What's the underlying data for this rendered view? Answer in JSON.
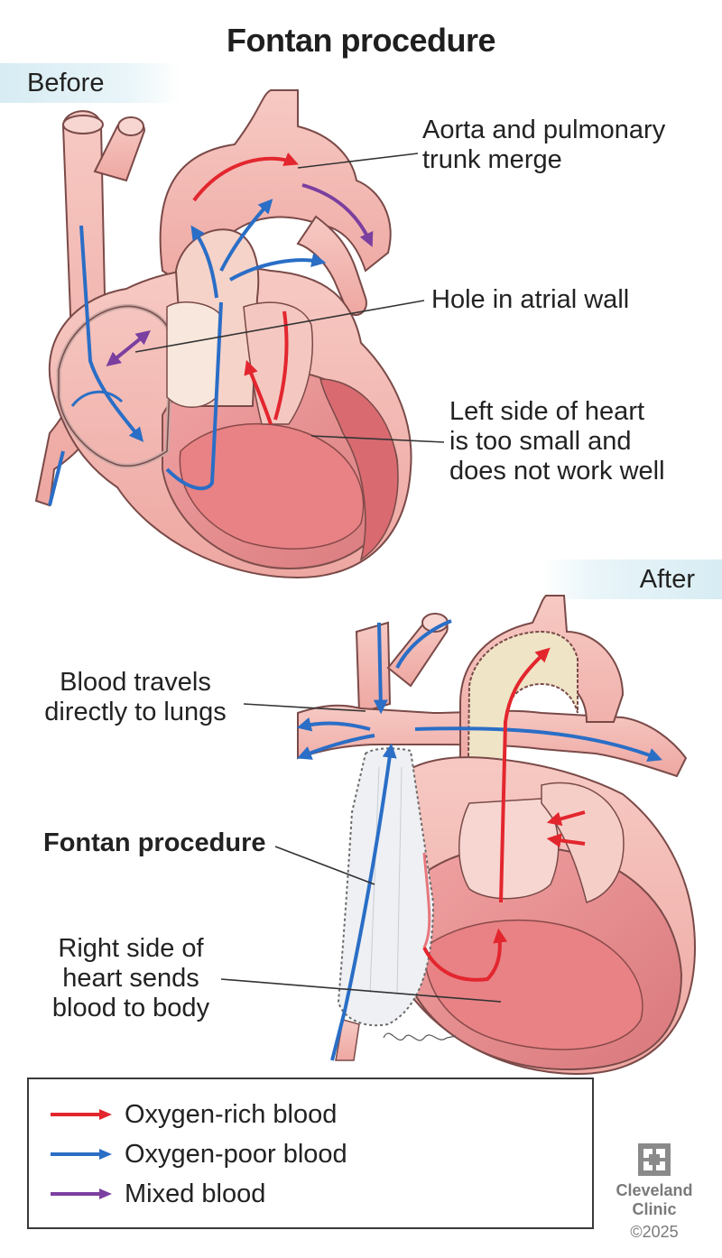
{
  "title": "Fontan procedure",
  "panels": {
    "before": {
      "tag": "Before",
      "labels": {
        "aorta_line1": "Aorta and pulmonary",
        "aorta_line2": "trunk merge",
        "hole": "Hole in atrial wall",
        "left_line1": "Left side of heart",
        "left_line2": "is too small and",
        "left_line3": "does not work well"
      }
    },
    "after": {
      "tag": "After",
      "labels": {
        "blood_line1": "Blood travels",
        "blood_line2": "directly to lungs",
        "fontan": "Fontan procedure",
        "right_line1": "Right side of",
        "right_line2": "heart sends",
        "right_line3": "blood to body"
      }
    }
  },
  "legend": [
    {
      "label": "Oxygen-rich blood",
      "color": "#e3262e"
    },
    {
      "label": "Oxygen-poor blood",
      "color": "#2a6ec6"
    },
    {
      "label": "Mixed blood",
      "color": "#7b3fa0"
    }
  ],
  "brand": {
    "name_line1": "Cleveland",
    "name_line2": "Clinic",
    "copyright": "©2025"
  },
  "colors": {
    "tissue": "#f3b9b4",
    "tissue_dark": "#e79a95",
    "muscle": "#e98a8c",
    "outline": "#7a4a48",
    "graft": "#efe4c6",
    "tube": "#eef0f3",
    "red": "#e3262e",
    "blue": "#2a6ec6",
    "purple": "#7b3fa0"
  },
  "icons": {
    "brand_logo": "cross-square-icon",
    "signature": "artist-signature-icon"
  }
}
